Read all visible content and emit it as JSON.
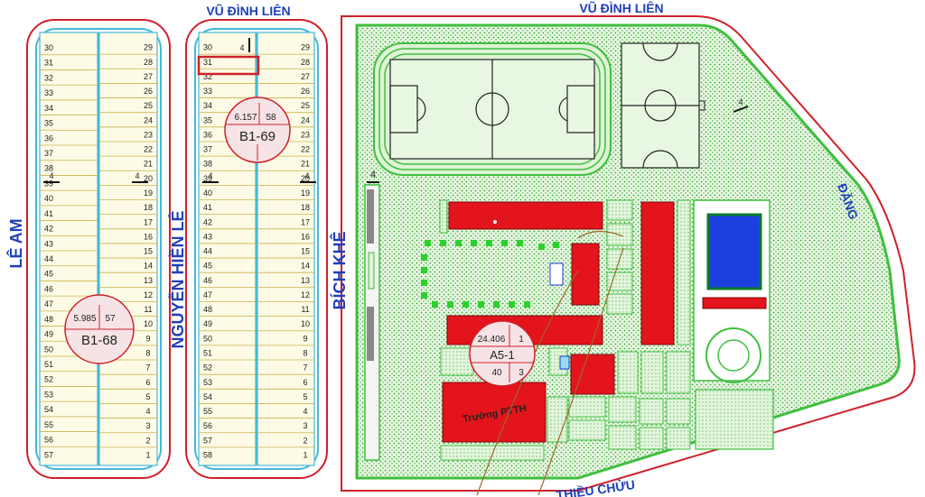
{
  "streets": {
    "top_left": "VŨ ĐÌNH LIÊN",
    "top_right": "VŨ ĐÌNH LIÊN",
    "left": "LÊ AM",
    "middle": "NGUYỄN HIỀN LÊ",
    "right": "BÍCH KHÊ",
    "bottom": "THIỀU CHỬU",
    "edge_right": "ĐẶNG"
  },
  "blocks": [
    {
      "code": "B1-68",
      "area": "5.985",
      "count": "57"
    },
    {
      "code": "B1-69",
      "area": "6.157",
      "count": "58"
    },
    {
      "code": "A5-1",
      "area": "24.406",
      "id": "1",
      "floors": "40",
      "ratio": "3"
    }
  ],
  "school_label": "Trường PTTH",
  "section_markers": [
    "4",
    "4",
    "4",
    "4",
    "4",
    "4",
    "4"
  ],
  "colors": {
    "road_red": "#d0202a",
    "lot_blue": "#44b8d8",
    "lot_fill": "#fdfbe6",
    "lot_line": "#c9b34a",
    "green": "#3fbf3f",
    "green_fill": "#dff3d6",
    "building": "#e3141b",
    "pool": "#1c3fe0",
    "street_text": "#1f3fb8",
    "highlight": "#d0202a"
  },
  "left_col_numbers": [
    "30",
    "31",
    "32",
    "33",
    "34",
    "35",
    "36",
    "37",
    "38",
    "39",
    "40",
    "41",
    "42",
    "43",
    "44",
    "45",
    "46",
    "47",
    "48",
    "49",
    "50",
    "51",
    "52",
    "53",
    "54",
    "55",
    "56",
    "57"
  ],
  "right_col_numbers": [
    "29",
    "28",
    "27",
    "26",
    "25",
    "24",
    "23",
    "22",
    "21",
    "20",
    "19",
    "18",
    "17",
    "16",
    "15",
    "14",
    "13",
    "12",
    "11",
    "10",
    "9",
    "8",
    "7",
    "6",
    "5",
    "4",
    "3",
    "2",
    "1"
  ],
  "mid_left_numbers": [
    "30",
    "31",
    "32",
    "33",
    "34",
    "35",
    "36",
    "37",
    "38",
    "39",
    "40",
    "41",
    "42",
    "43",
    "44",
    "45",
    "46",
    "47",
    "48",
    "49",
    "50",
    "51",
    "52",
    "53",
    "54",
    "55",
    "56",
    "57",
    "58"
  ],
  "mid_right_numbers": [
    "29",
    "28",
    "27",
    "26",
    "25",
    "24",
    "23",
    "22",
    "21",
    "20",
    "19",
    "18",
    "17",
    "16",
    "15",
    "14",
    "13",
    "12",
    "11",
    "10",
    "9",
    "8",
    "7",
    "6",
    "5",
    "4",
    "3",
    "2",
    "1"
  ]
}
